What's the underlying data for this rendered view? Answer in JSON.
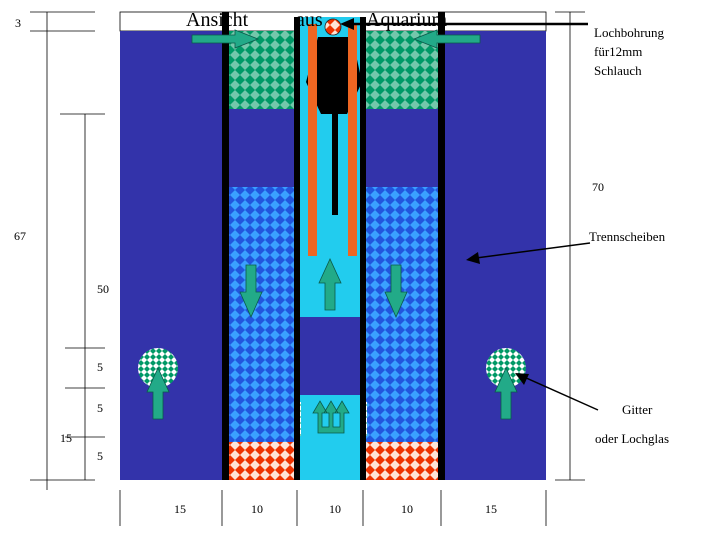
{
  "title": {
    "word1": "Ansicht",
    "word2": "aus",
    "word3": "Aquarium"
  },
  "annotations": {
    "hole_line1": "Lochbohrung",
    "hole_line2": "für12mm",
    "hole_line3": "Schlauch",
    "dividers": "Trennscheiben",
    "grid_line1": "Gitter",
    "grid_line2": "oder Lochglas"
  },
  "dimensions": {
    "top_gap": "3",
    "total_height": "67",
    "section_height": "50",
    "lower_a": "5",
    "lower_b": "5",
    "lower_c": "5",
    "lower_total": "15",
    "right_height": "70",
    "widths": [
      "15",
      "10",
      "10",
      "10",
      "15"
    ]
  },
  "colors": {
    "tank_blue": "#3333aa",
    "water_cyan": "#22ccee",
    "green_pattern": "#009966",
    "blue_pattern": "#1a66ee",
    "red_pattern": "#ee3300",
    "arrow_green": "#22aa88",
    "tube_orange": "#ee6622"
  }
}
